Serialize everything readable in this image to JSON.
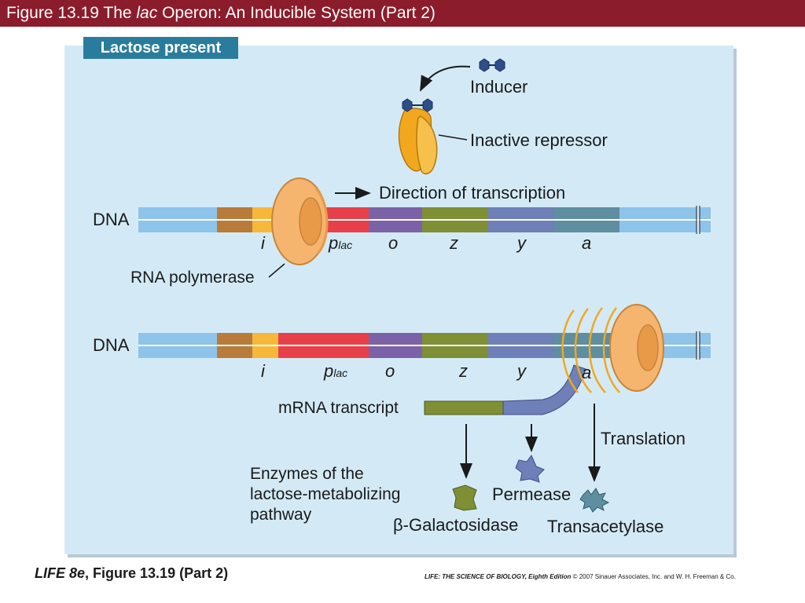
{
  "header": {
    "figure_prefix": "Figure 13.19 The ",
    "figure_italic": "lac",
    "figure_suffix": " Operon: An Inducible System (Part 2)"
  },
  "panel_tag": "Lactose present",
  "labels": {
    "inducer": "Inducer",
    "inactive_repressor": "Inactive repressor",
    "direction": "Direction of transcription",
    "dna": "DNA",
    "rna_polymerase": "RNA polymerase",
    "mrna": "mRNA transcript",
    "translation": "Translation",
    "enzymes_line1": "Enzymes of the",
    "enzymes_line2": "lactose-metabolizing",
    "enzymes_line3": "pathway",
    "galactosidase": "β-Galactosidase",
    "permease": "Permease",
    "transacetylase": "Transacetylase"
  },
  "genes": {
    "i": "i",
    "p": "p",
    "p_sub": "lac",
    "o": "o",
    "z": "z",
    "y": "y",
    "a": "a"
  },
  "footer": {
    "left_italic": "LIFE 8e",
    "left_rest": ", Figure 13.19 (Part 2)",
    "right_italic": "LIFE: THE SCIENCE OF BIOLOGY, Eighth Edition",
    "right_rest": "  © 2007 Sinauer Associates, Inc. and W. H. Freeman & Co."
  },
  "colors": {
    "title_bar": "#8b1c2b",
    "panel_bg": "#d3eaf6",
    "tag_bg": "#2a7c9c",
    "dna_end": "#8ec3ea",
    "brown": "#b87b3a",
    "i_gene": "#f7b83a",
    "promoter": "#e8404a",
    "operator": "#7b62a8",
    "z_gene": "#7f8f35",
    "y_gene": "#6f7fb8",
    "a_gene": "#5e8ea0",
    "polymerase": "#f6b56e"
  }
}
